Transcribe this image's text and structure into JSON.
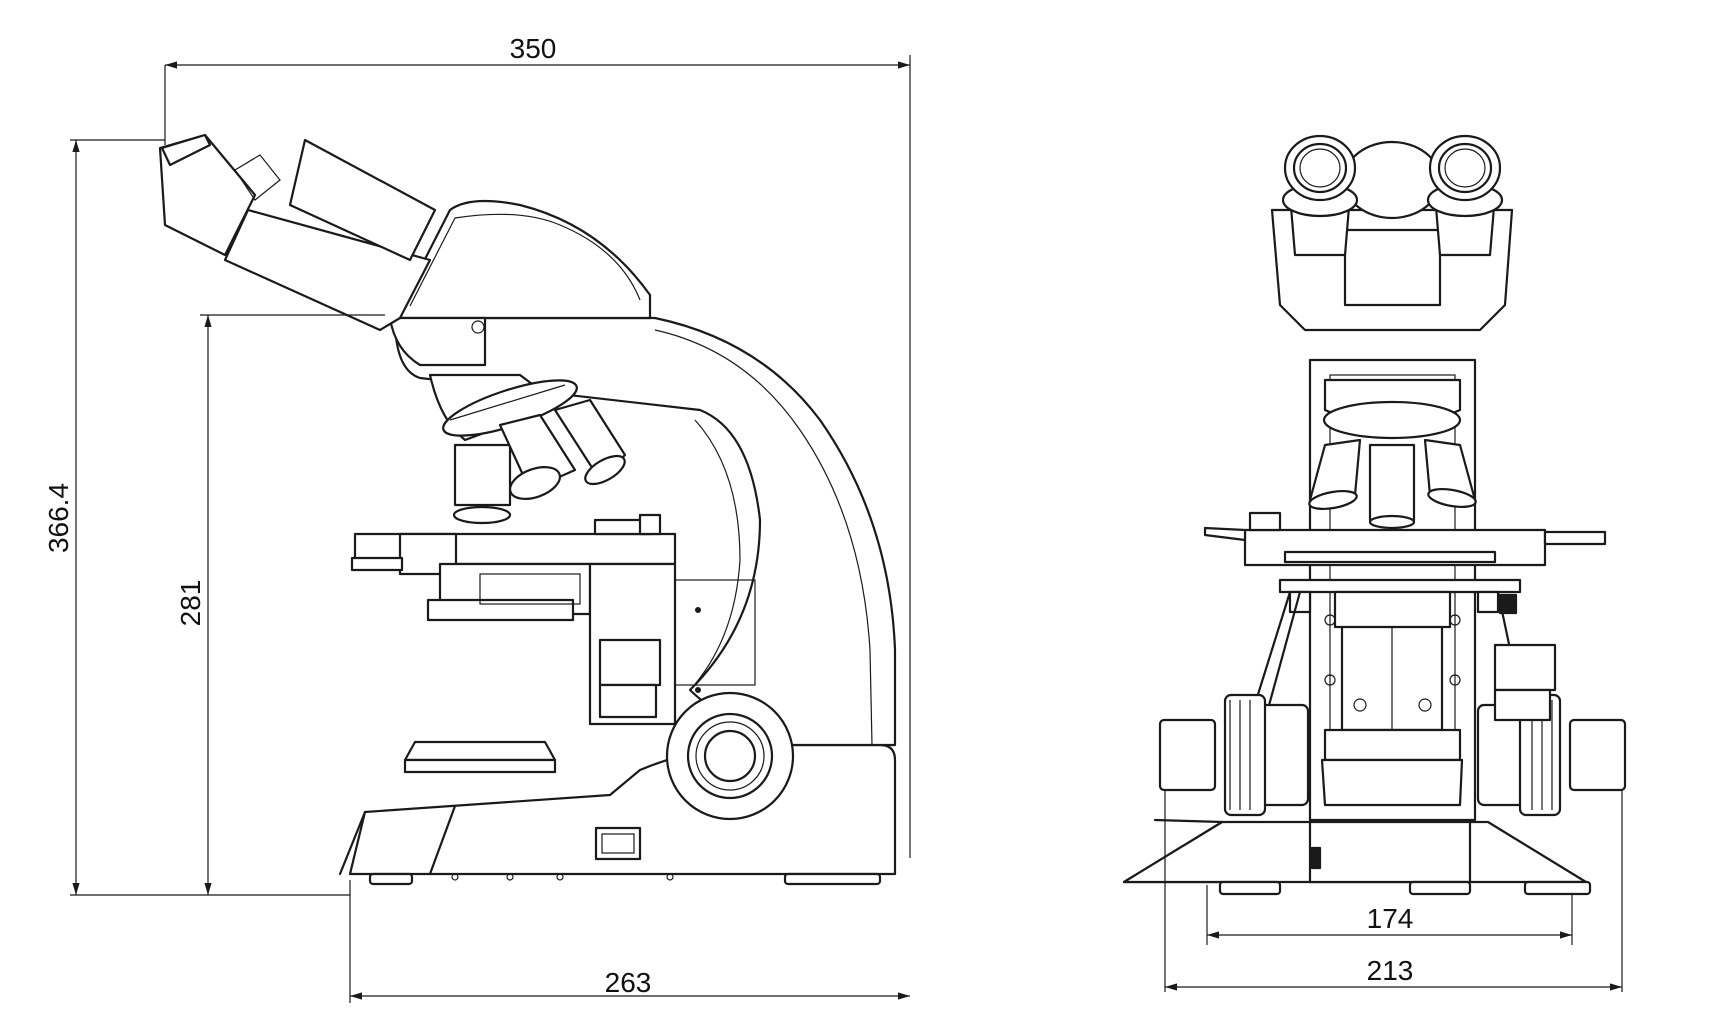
{
  "dimensions": {
    "side_width": "350",
    "side_height": "366.4",
    "stage_height": "281",
    "base_depth": "263",
    "front_inner_width": "174",
    "front_outer_width": "213"
  }
}
